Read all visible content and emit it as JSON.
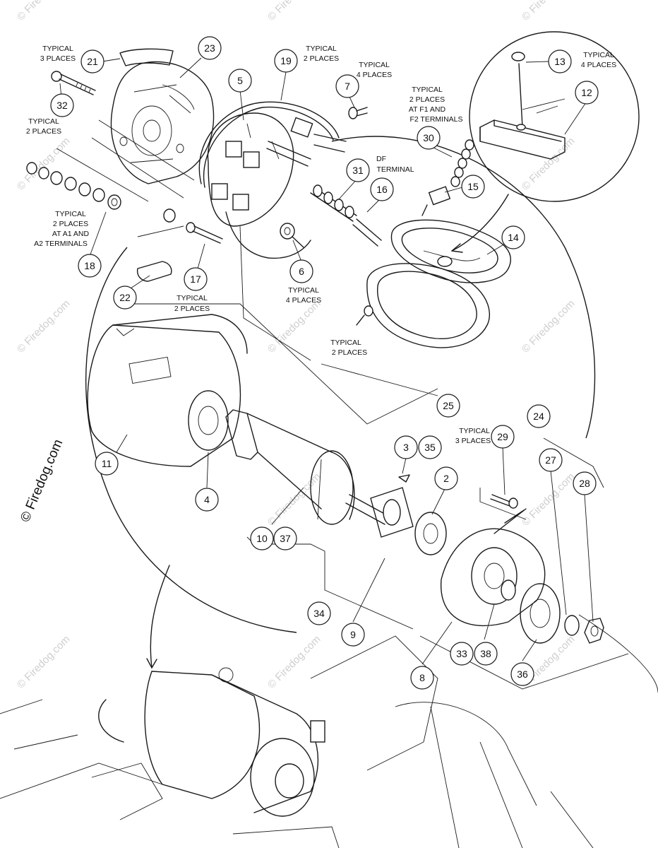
{
  "brand": "© Firedog.com",
  "watermark": "© Firedog.com",
  "callouts": [
    "21",
    "23",
    "32",
    "19",
    "5",
    "7",
    "13",
    "12",
    "30",
    "31",
    "16",
    "15",
    "14",
    "18",
    "17",
    "6",
    "22",
    "11",
    "4",
    "25",
    "24",
    "3",
    "35",
    "2",
    "29",
    "27",
    "28",
    "10",
    "37",
    "34",
    "9",
    "33",
    "38",
    "8",
    "36"
  ],
  "notes": {
    "n21": [
      "TYPICAL",
      "3 PLACES"
    ],
    "n32": [
      "TYPICAL",
      "2 PLACES"
    ],
    "n19": [
      "TYPICAL",
      "2 PLACES"
    ],
    "n7": [
      "TYPICAL",
      "4 PLACES"
    ],
    "n13": [
      "TYPICAL",
      "4 PLACES"
    ],
    "n30": [
      "TYPICAL",
      "2 PLACES",
      "AT F1 AND",
      "F2 TERMINALS"
    ],
    "n31": [
      "DF",
      "TERMINAL"
    ],
    "n18": [
      "TYPICAL",
      "2 PLACES",
      "AT A1 AND",
      "A2 TERMINALS"
    ],
    "n17": [
      "TYPICAL",
      "2 PLACES"
    ],
    "n6": [
      "TYPICAL",
      "4 PLACES"
    ],
    "n25": [
      "TYPICAL",
      "2 PLACES"
    ],
    "n29": [
      "TYPICAL",
      "3 PLACES"
    ]
  }
}
